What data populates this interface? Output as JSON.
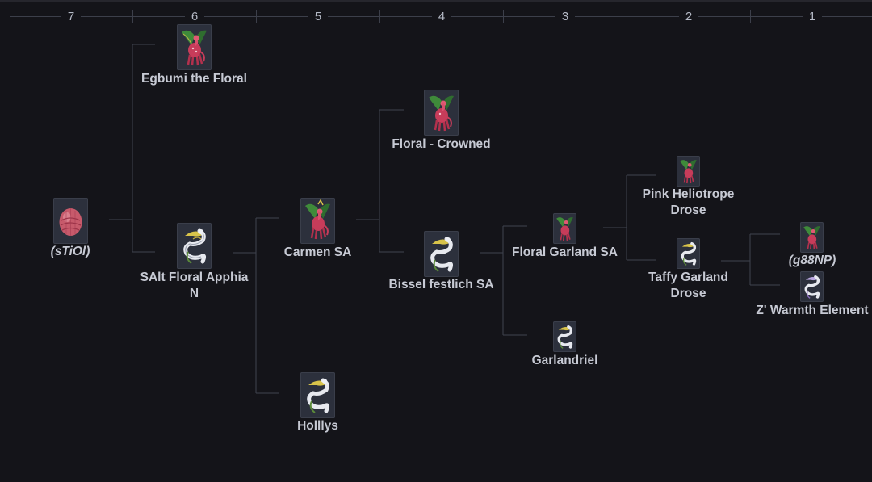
{
  "generations": [
    "7",
    "6",
    "5",
    "4",
    "3",
    "2",
    "1"
  ],
  "nodes": {
    "stiol": {
      "name": "(sTiOl)",
      "icon": "egg-icon"
    },
    "egbumi": {
      "name": "Egbumi the Floral",
      "icon": "red-dragon-icon"
    },
    "salt_floral": {
      "name_line1": "SAlt Floral Apphia",
      "name_line2": "N",
      "icon": "white-serpent-dragon-icon"
    },
    "carmen": {
      "name": "Carmen SA",
      "icon": "red-dragon-icon"
    },
    "holllys": {
      "name": "Holllys",
      "icon": "white-serpent-dragon-icon"
    },
    "floral_crowned": {
      "name": "Floral - Crowned",
      "icon": "red-dragon-icon"
    },
    "bissel": {
      "name": "Bissel festlich SA",
      "icon": "white-serpent-dragon-icon"
    },
    "floral_garland": {
      "name": "Floral Garland SA",
      "icon": "red-dragon-icon"
    },
    "garlandriel": {
      "name": "Garlandriel",
      "icon": "white-serpent-dragon-icon"
    },
    "pink_helio": {
      "name_line1": "Pink Heliotrope",
      "name_line2": "Drose",
      "icon": "red-dragon-icon"
    },
    "taffy": {
      "name_line1": "Taffy Garland",
      "name_line2": "Drose",
      "icon": "white-serpent-dragon-icon"
    },
    "g88np": {
      "name": "(g88NP)",
      "icon": "red-dragon-icon"
    },
    "zwarmth": {
      "name": "Z' Warmth Element",
      "icon": "white-serpent-dragon-icon"
    }
  }
}
